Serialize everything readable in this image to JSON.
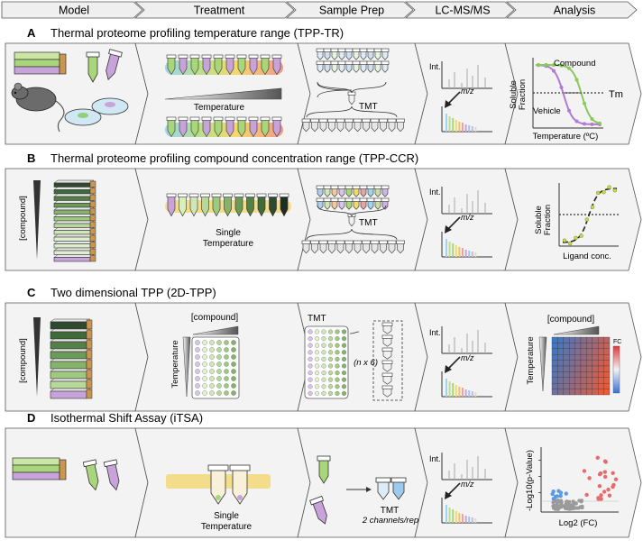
{
  "header": {
    "steps": [
      "Model",
      "Treatment",
      "Sample Prep",
      "LC-MS/MS",
      "Analysis"
    ]
  },
  "panels": [
    {
      "letter": "A",
      "title": "Thermal proteome profiling temperature range (TPP-TR)",
      "treatment_label": "Temperature",
      "ms_y_label": "Int.",
      "ms_x_label": "m/z",
      "tmt_label": "TMT",
      "analysis": {
        "y_label_1": "Soluble",
        "y_label_2": "Fraction",
        "x_label": "Temperature (ºC)",
        "series_compound": "Compound",
        "series_vehicle": "Vehicle",
        "tm_label": "Tm"
      }
    },
    {
      "letter": "B",
      "title": "Thermal proteome profiling compound concentration range (TPP-CCR)",
      "model_label": "[compound]",
      "treatment_label_1": "Single",
      "treatment_label_2": "Temperature",
      "ms_y_label": "Int.",
      "ms_x_label": "m/z",
      "tmt_label": "TMT",
      "analysis": {
        "y_label_1": "Soluble",
        "y_label_2": "Fraction",
        "x_label": "Ligand conc."
      }
    },
    {
      "letter": "C",
      "title": "Two dimensional TPP (2D-TPP)",
      "model_label": "[compound]",
      "treatment_top_label": "[compound]",
      "treatment_side_label": "Temperature",
      "tmt_label": "TMT",
      "repeat_label": "(n x 6)",
      "ms_y_label": "Int.",
      "ms_x_label": "m/z",
      "analysis": {
        "top_label": "[compound]",
        "side_label": "Temperature",
        "scale_label": "FC"
      }
    },
    {
      "letter": "D",
      "title": "Isothermal Shift Assay (iTSA)",
      "treatment_label_1": "Single",
      "treatment_label_2": "Temperature",
      "tmt_label": "TMT",
      "tmt_sub_label": "2 channels/rep",
      "ms_y_label": "Int.",
      "ms_x_label": "m/z",
      "analysis": {
        "y_label": "-Log10(p-Value)",
        "x_label": "Log2 (FC)"
      }
    }
  ],
  "colors": {
    "green": "#a9d67a",
    "purple": "#c7a3d9",
    "orange": "#f3c16b",
    "blue": "#8fc1e8",
    "red": "#e86b6b",
    "grey_band": "#e8e8e8"
  }
}
